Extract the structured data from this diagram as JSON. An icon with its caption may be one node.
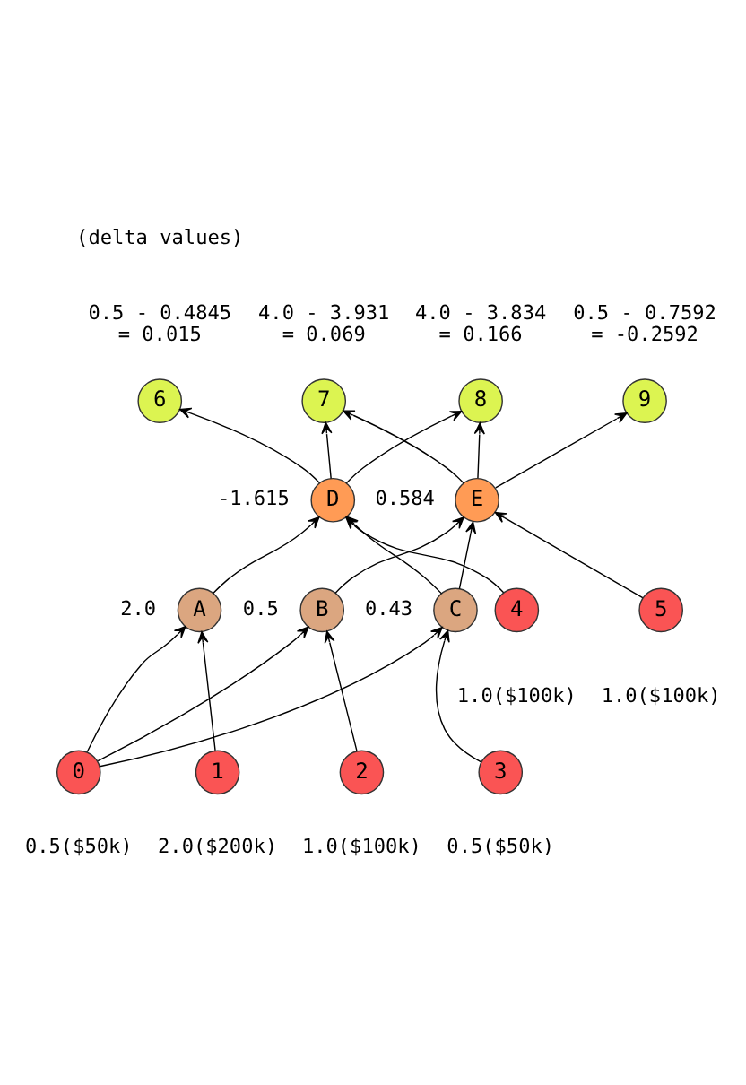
{
  "diagram": {
    "nodes": [
      {
        "text": [
          "6"
        ],
        "beside": [
          "0.5 - 0.4845 = 0.015"
        ]
      },
      {
        "text": [
          "7"
        ],
        "beside": [
          "4.0 - 3.931 = 0.069"
        ]
      },
      {
        "text": [
          "8"
        ],
        "beside": [
          "4.0 - 3.834 = 0.166"
        ]
      },
      {
        "text": [
          "9"
        ],
        "beside": [
          "0.5 - 0.7592 = -0.2592"
        ]
      },
      {
        "text": [
          "D"
        ],
        "beside": [
          "-1.615"
        ]
      },
      {
        "text": [
          "E"
        ],
        "beside": [
          "0.584"
        ]
      },
      {
        "text": [
          "A"
        ],
        "beside": [
          "2.0"
        ]
      },
      {
        "text": [
          "B"
        ],
        "beside": [
          "0.5"
        ]
      },
      {
        "text": [
          "C"
        ],
        "beside": [
          "0.43"
        ]
      },
      {
        "text": [
          "4"
        ],
        "beside": [
          "1.0($100k)"
        ]
      },
      {
        "text": [
          "5"
        ],
        "beside": [
          "1.0($100k)"
        ]
      },
      {
        "text": [
          "0"
        ],
        "beside": [
          "0.5($50k)"
        ]
      },
      {
        "text": [
          "1"
        ],
        "beside": [
          "2.0($200k)"
        ]
      },
      {
        "text": [
          "2"
        ],
        "beside": [
          "1.0($100k)"
        ]
      },
      {
        "text": [
          "3"
        ],
        "beside": [
          "0.5($50k)"
        ]
      }
    ],
    "edges": [
      {
        "from": 11,
        "to": 6,
        "arrow": "to"
      },
      {
        "from": 11,
        "to": 7,
        "arrow": "to"
      },
      {
        "from": 11,
        "to": 8,
        "arrow": "to"
      },
      {
        "from": 12,
        "to": 6,
        "arrow": "to"
      },
      {
        "from": 13,
        "to": 7,
        "arrow": "to"
      },
      {
        "from": 14,
        "to": 8,
        "arrow": "to"
      },
      {
        "from": 6,
        "to": 4,
        "arrow": "to"
      },
      {
        "from": 7,
        "to": 5,
        "arrow": "to"
      },
      {
        "from": 8,
        "to": 4,
        "arrow": "to"
      },
      {
        "from": 8,
        "to": 5,
        "arrow": "to"
      },
      {
        "from": 9,
        "to": 4,
        "arrow": "to"
      },
      {
        "from": 10,
        "to": 5,
        "arrow": "to"
      },
      {
        "from": 4,
        "to": 0,
        "arrow": "to"
      },
      {
        "from": 4,
        "to": 1,
        "arrow": "to"
      },
      {
        "from": 4,
        "to": 2,
        "arrow": "to"
      },
      {
        "from": 5,
        "to": 1,
        "arrow": "to"
      },
      {
        "from": 5,
        "to": 2,
        "arrow": "to"
      },
      {
        "from": 5,
        "to": 3,
        "arrow": "to"
      }
    ],
    "labels": [
      "(delta values)"
    ]
  }
}
